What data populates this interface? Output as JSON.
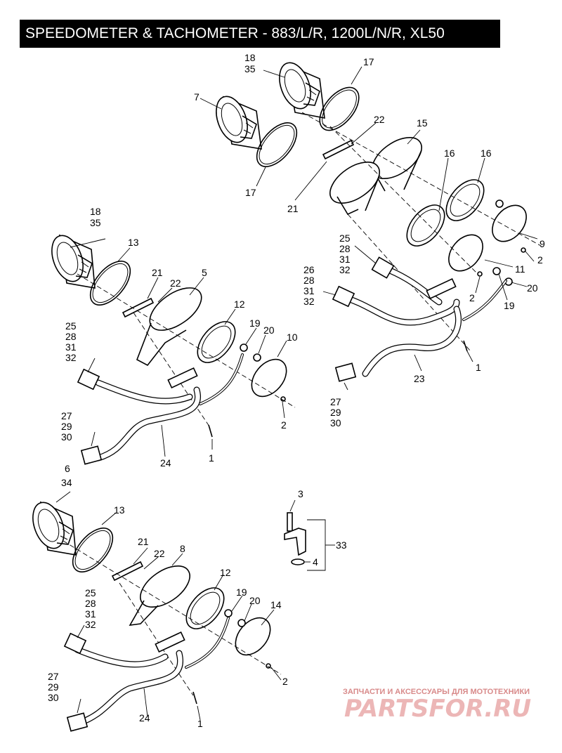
{
  "title": "SPEEDOMETER & TACHOMETER - 883/L/R, 1200L/N/R, XL50",
  "callouts": {
    "top": {
      "c18_35": [
        "18",
        "35"
      ],
      "c17a": "17",
      "c7": "7",
      "c17b": "17",
      "c22": "22",
      "c15": "15",
      "c21": "21",
      "c16a": "16",
      "c16b": "16",
      "c9": "9",
      "c2a": "2",
      "c11": "11",
      "c2b": "2",
      "c20": "20",
      "c19": "19",
      "c1": "1",
      "c23": "23",
      "c25_32": [
        "25",
        "28",
        "31",
        "32"
      ],
      "c26_32": [
        "26",
        "28",
        "31",
        "32"
      ],
      "c27_30": [
        "27",
        "29",
        "30"
      ]
    },
    "middle": {
      "c18_35": [
        "18",
        "35"
      ],
      "c13": "13",
      "c21": "21",
      "c22": "22",
      "c5": "5",
      "c12": "12",
      "c19": "19",
      "c20": "20",
      "c10": "10",
      "c2": "2",
      "c1": "1",
      "c24": "24",
      "c25_32": [
        "25",
        "28",
        "31",
        "32"
      ],
      "c27_30": [
        "27",
        "29",
        "30"
      ]
    },
    "bottom": {
      "c6_34": [
        "6",
        "34"
      ],
      "c13": "13",
      "c21": "21",
      "c22": "22",
      "c8": "8",
      "c12": "12",
      "c19": "19",
      "c20": "20",
      "c14": "14",
      "c2": "2",
      "c1": "1",
      "c24": "24",
      "c25_32": [
        "25",
        "28",
        "31",
        "32"
      ],
      "c27_30": [
        "27",
        "29",
        "30"
      ]
    },
    "sensor": {
      "c3": "3",
      "c4": "4",
      "c33": "33"
    }
  },
  "watermark": {
    "line1": "ЗАПЧАСТИ И АКСЕССУАРЫ ДЛЯ МОТОТЕХНИКИ",
    "line2": "PARTSFOR.RU"
  }
}
